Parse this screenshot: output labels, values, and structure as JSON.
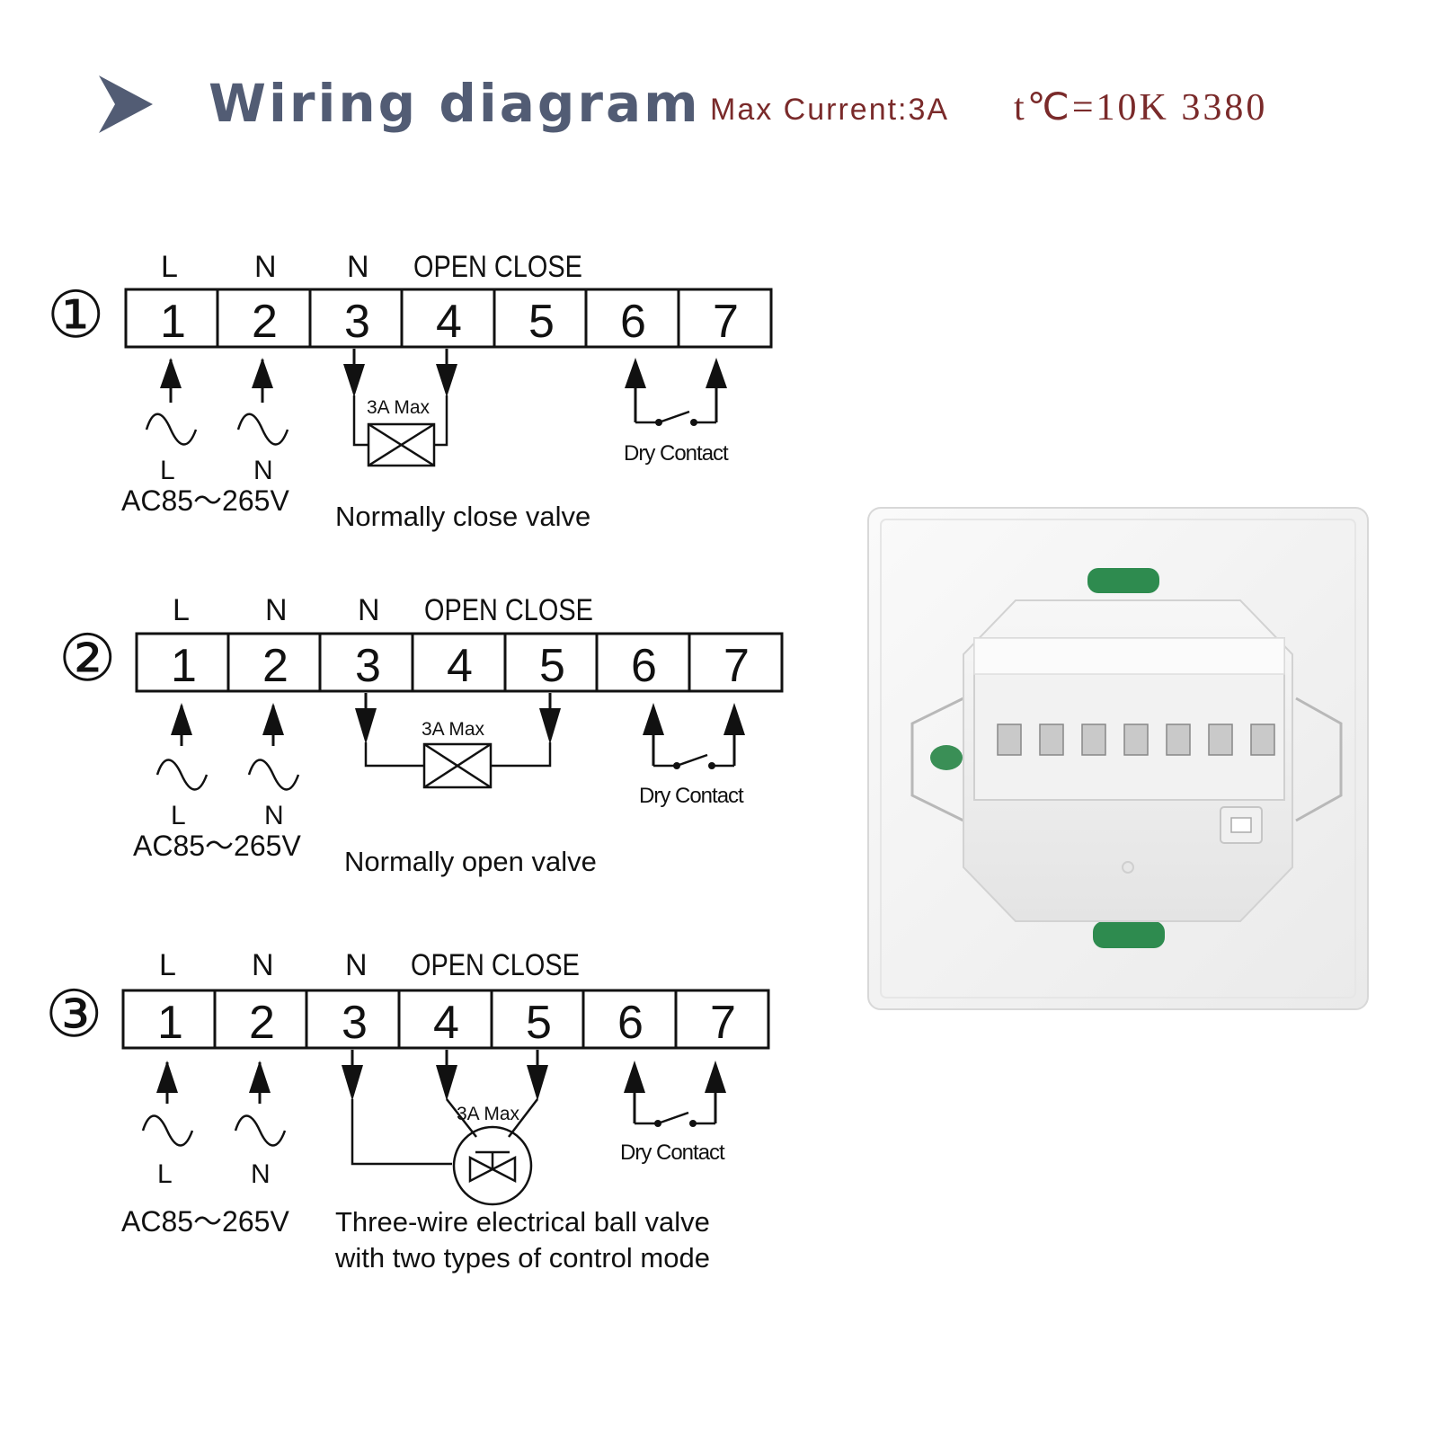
{
  "header": {
    "title": "Wiring diagram",
    "max_current": "Max Current:3A",
    "sensor_spec": "t℃=10K 3380"
  },
  "diagrams": [
    {
      "index": "①",
      "top_labels": {
        "t1": "L",
        "t2": "N",
        "t3": "N",
        "open_close": "OPEN CLOSE"
      },
      "terminals": [
        "1",
        "2",
        "3",
        "4",
        "5",
        "6",
        "7"
      ],
      "valve_rating": "3A Max",
      "dry_contact": "Dry Contact",
      "source_l": "L",
      "source_n": "N",
      "supply": "AC85～265V",
      "caption": "Normally close valve"
    },
    {
      "index": "②",
      "top_labels": {
        "t1": "L",
        "t2": "N",
        "t3": "N",
        "open_close": "OPEN CLOSE"
      },
      "terminals": [
        "1",
        "2",
        "3",
        "4",
        "5",
        "6",
        "7"
      ],
      "valve_rating": "3A Max",
      "dry_contact": "Dry Contact",
      "source_l": "L",
      "source_n": "N",
      "supply": "AC85～265V",
      "caption": "Normally open valve"
    },
    {
      "index": "③",
      "top_labels": {
        "t1": "L",
        "t2": "N",
        "t3": "N",
        "open_close": "OPEN CLOSE"
      },
      "terminals": [
        "1",
        "2",
        "3",
        "4",
        "5",
        "6",
        "7"
      ],
      "valve_rating": "3A Max",
      "dry_contact": "Dry Contact",
      "source_l": "L",
      "source_n": "N",
      "supply": "AC85～265V",
      "caption_line1": "Three-wire electrical ball valve",
      "caption_line2": "with two types of control mode"
    }
  ],
  "icons": {
    "header_arrow": "play-arrow-icon",
    "ac_source": "sine-wave-icon",
    "valve": "valve-x-box-icon",
    "ball_valve": "ball-valve-icon",
    "switch": "dry-contact-switch-icon"
  },
  "colors": {
    "title": "#525c74",
    "spec": "#7a2a2a",
    "line": "#111111"
  }
}
